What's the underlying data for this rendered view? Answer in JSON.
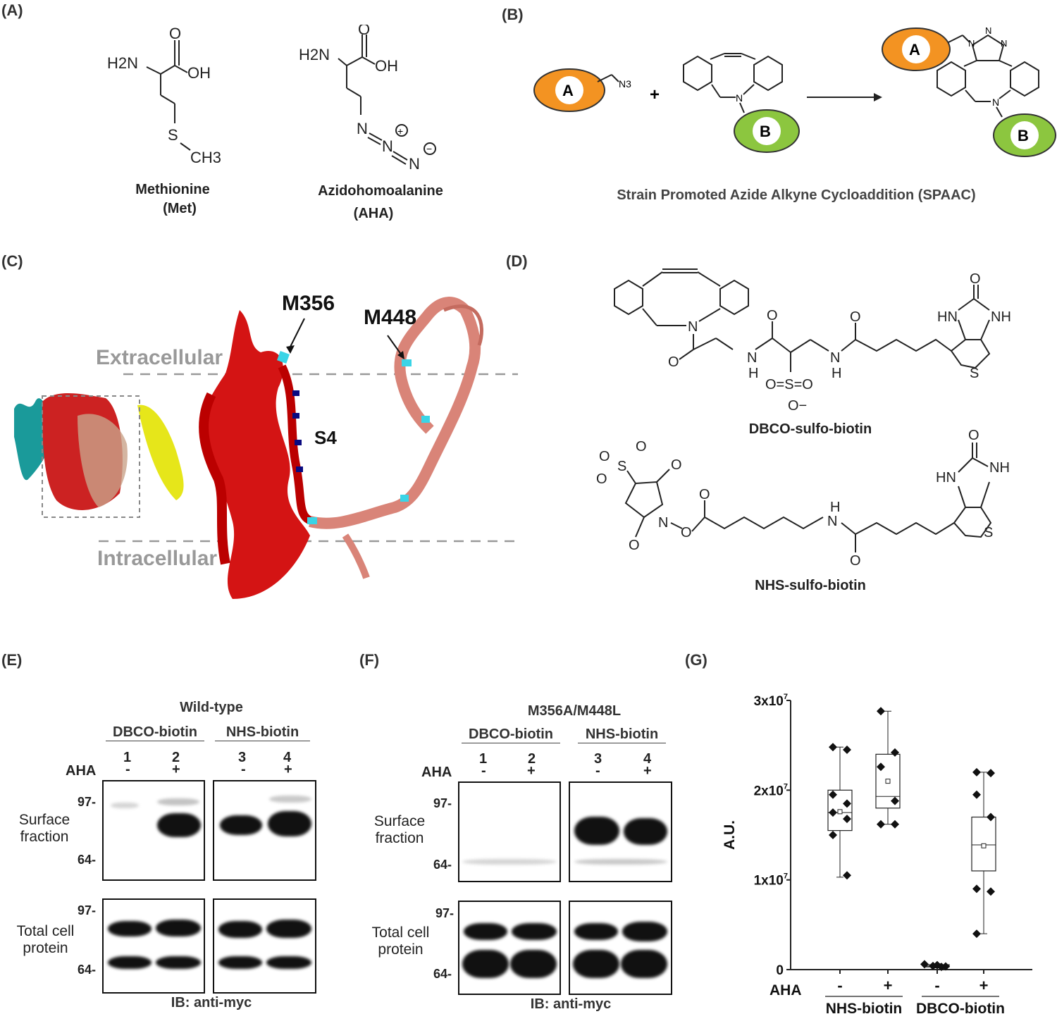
{
  "panels": {
    "A": {
      "label": "(A)",
      "met_name": "Methionine",
      "met_abbr": "(Met)",
      "aha_name": "Azidohomoalanine",
      "aha_abbr": "(AHA)",
      "met_atoms": {
        "h2n": "H2N",
        "o": "O",
        "oh": "OH",
        "s": "S",
        "ch3": "CH3"
      },
      "aha_atoms": {
        "h2n": "H2N",
        "o": "O",
        "oh": "OH",
        "n1": "N",
        "n2": "N",
        "n3": "N",
        "plus": "+",
        "minus": "−"
      }
    },
    "B": {
      "label": "(B)",
      "caption": "Strain Promoted Azide Alkyne Cycloaddition (SPAAC)",
      "a": "A",
      "b": "B",
      "plus": "+",
      "n3": "N3",
      "n": "N",
      "triazole_n": [
        "N",
        "N",
        "N"
      ]
    },
    "C": {
      "label": "(C)",
      "m356": "M356",
      "m448": "M448",
      "s4": "S4",
      "extracellular": "Extracellular",
      "intracellular": "Intracellular"
    },
    "D": {
      "label": "(D)",
      "dbco_name": "DBCO-sulfo-biotin",
      "nhs_name": "NHS-sulfo-biotin",
      "atoms": {
        "o": "O",
        "n": "N",
        "hn": "HN",
        "nh": "NH",
        "s": "S",
        "h": "H",
        "so3": "O=S=O",
        "ominus": "O−"
      }
    },
    "E": {
      "label": "(E)",
      "title": "Wild-type",
      "group1": "DBCO-biotin",
      "group2": "NHS-biotin",
      "lanes": [
        "1",
        "2",
        "3",
        "4"
      ],
      "aha_label": "AHA",
      "aha_signs": [
        "-",
        "+",
        "-",
        "+"
      ],
      "row1": "Surface fraction",
      "row2": "Total cell protein",
      "mw_hi": "97-",
      "mw_lo": "64-",
      "ib": "IB: anti-myc"
    },
    "F": {
      "label": "(F)",
      "title": "M356A/M448L",
      "group1": "DBCO-biotin",
      "group2": "NHS-biotin",
      "lanes": [
        "1",
        "2",
        "3",
        "4"
      ],
      "aha_label": "AHA",
      "aha_signs": [
        "-",
        "+",
        "-",
        "+"
      ],
      "row1": "Surface fraction",
      "row2": "Total cell protein",
      "mw_hi": "97-",
      "mw_lo": "64-",
      "ib": "IB: anti-myc"
    },
    "G": {
      "label": "(G)"
    }
  },
  "chart_data": {
    "type": "box",
    "ylabel": "A.U.",
    "ylim": [
      0,
      30000000
    ],
    "yticks": [
      "0",
      "1x10^7",
      "2x10^7",
      "3x10^7"
    ],
    "x_row_label": "AHA",
    "categories": [
      "-",
      "+",
      "-",
      "+"
    ],
    "groups": [
      "NHS-biotin",
      "DBCO-biotin"
    ],
    "series": [
      {
        "category": "-",
        "group": "NHS-biotin",
        "points": [
          24800000,
          24500000,
          19500000,
          18500000,
          17500000,
          16800000,
          15000000,
          10500000
        ],
        "q1": 15500000,
        "median": 17500000,
        "q3": 20000000,
        "mean": 17600000,
        "min": 10300000,
        "max": 24800000
      },
      {
        "category": "+",
        "group": "NHS-biotin",
        "points": [
          28800000,
          24200000,
          22600000,
          18800000,
          16200000,
          16200000
        ],
        "q1": 18000000,
        "median": 19300000,
        "q3": 24000000,
        "mean": 21000000,
        "min": 16200000,
        "max": 28800000
      },
      {
        "category": "-",
        "group": "DBCO-biotin",
        "points": [
          600000,
          500000,
          400000,
          350000,
          300000
        ],
        "q1": 300000,
        "median": 400000,
        "q3": 550000,
        "mean": 430000,
        "min": 250000,
        "max": 650000
      },
      {
        "category": "+",
        "group": "DBCO-biotin",
        "points": [
          22000000,
          21900000,
          19500000,
          17000000,
          9000000,
          8700000,
          4000000
        ],
        "q1": 11000000,
        "median": 13900000,
        "q3": 17000000,
        "mean": 13800000,
        "min": 4000000,
        "max": 22000000
      }
    ]
  }
}
